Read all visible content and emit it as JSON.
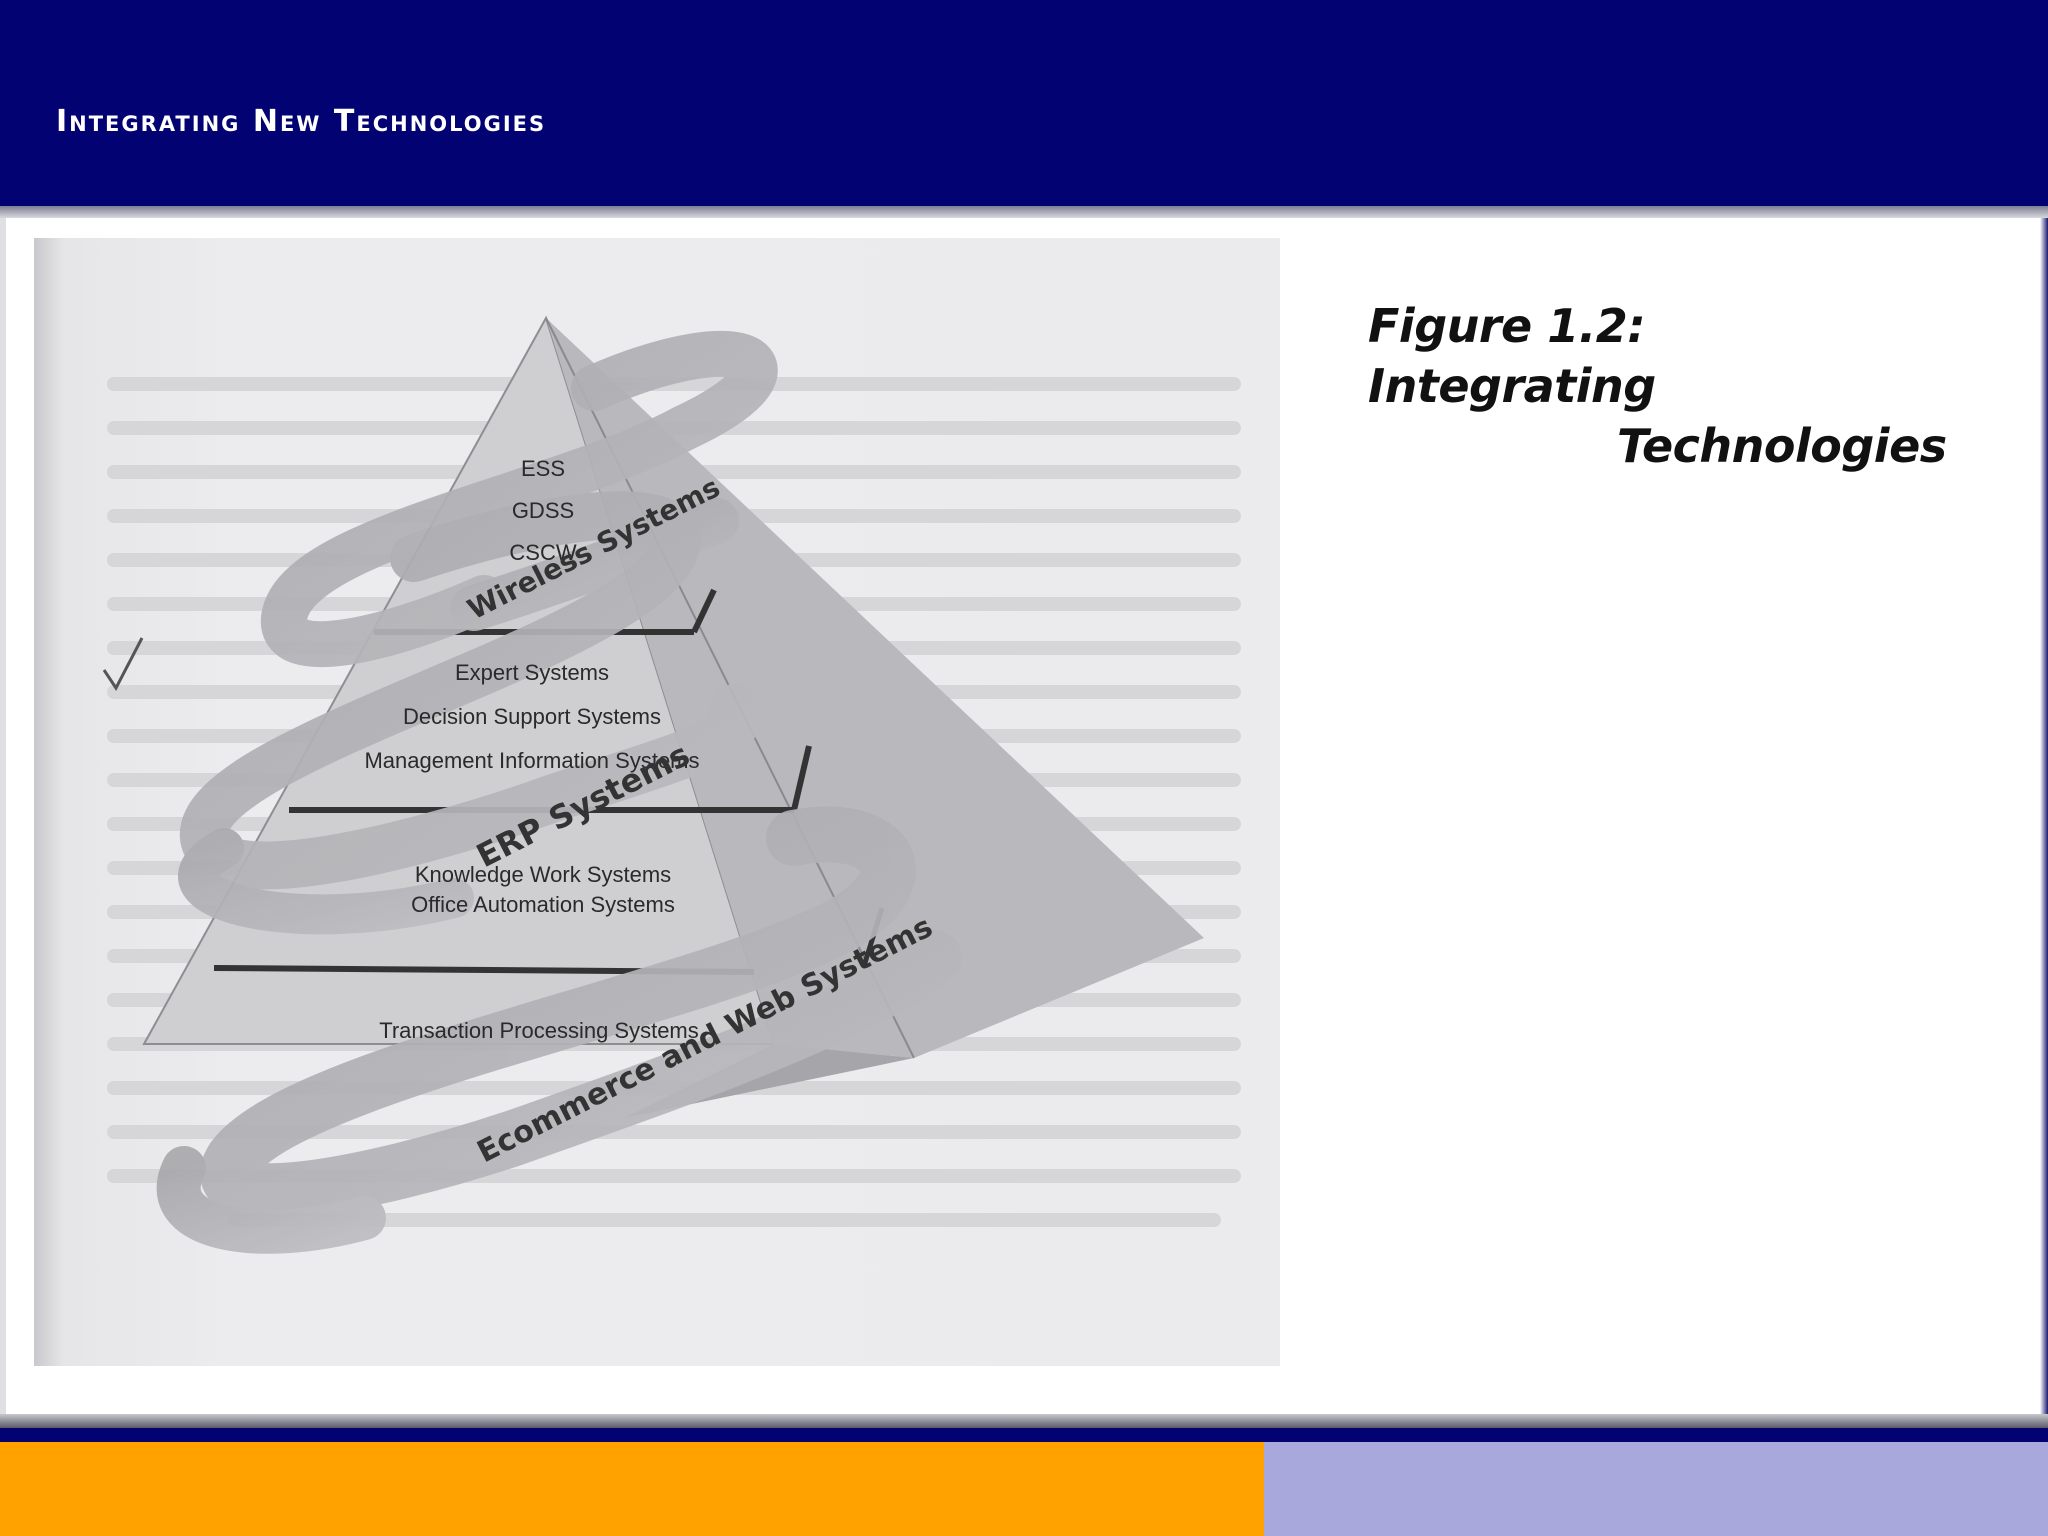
{
  "slide": {
    "title": "Integrating New Technologies",
    "caption_line1": "Figure 1.2: Integrating",
    "caption_line2": "Technologies"
  },
  "diagram": {
    "pyramid_tiers": [
      {
        "tier": "top",
        "labels": [
          "ESS",
          "GDSS",
          "CSCW"
        ]
      },
      {
        "tier": "upper-middle",
        "labels": [
          "Expert Systems",
          "Decision Support Systems",
          "Management Information Systems"
        ]
      },
      {
        "tier": "lower-middle",
        "labels": [
          "Knowledge Work Systems",
          "Office Automation Systems"
        ]
      },
      {
        "tier": "base",
        "labels": [
          "Transaction Processing Systems"
        ]
      }
    ],
    "ribbons": [
      "Wireless Systems",
      "ERP Systems",
      "Ecommerce and Web Systems"
    ]
  },
  "colors": {
    "header": "#020272",
    "footer_orange": "#ffa200",
    "footer_lavender": "#a8a8dc"
  }
}
